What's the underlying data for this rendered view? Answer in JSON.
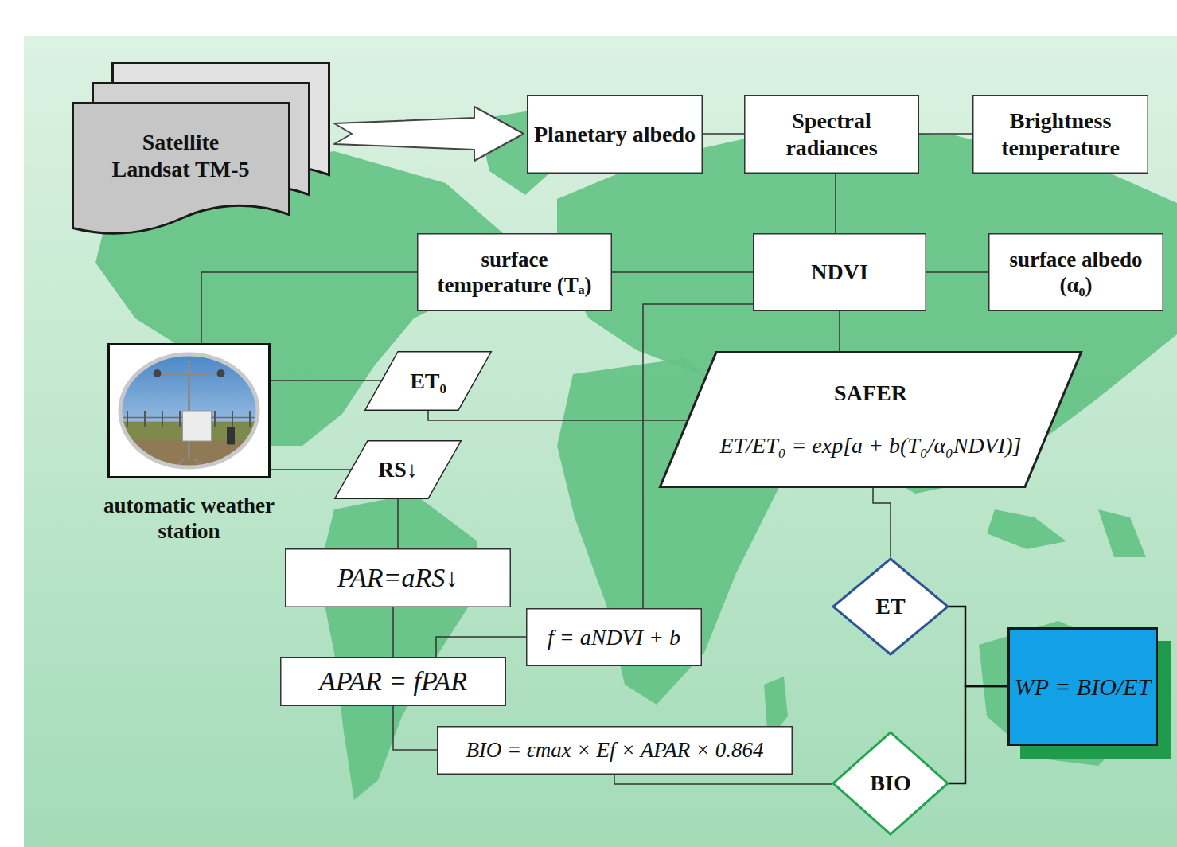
{
  "diagram": {
    "nodes": [
      {
        "text": [
          "Satellite Landsat TM-5"
        ]
      },
      {
        "text": [
          "Planetary albedo"
        ]
      },
      {
        "text": [
          "Spectral radiances"
        ]
      },
      {
        "text": [
          "Brightness temperature"
        ]
      },
      {
        "text": [
          "surface temperature (Tₐ)"
        ]
      },
      {
        "text": [
          "NDVI"
        ]
      },
      {
        "text": [
          "surface albedo (α₀)"
        ]
      },
      {
        "text": [
          "automatic weather station"
        ]
      },
      {
        "text": [
          "ET₀"
        ]
      },
      {
        "text": [
          "RS↓"
        ]
      },
      {
        "text": [
          "SAFER",
          "ET/ET₀ = exp[a + b(T₀/α₀NDVI)]"
        ]
      },
      {
        "text": [
          "PAR=aRS↓"
        ]
      },
      {
        "text": [
          "f = aNDVI + b"
        ]
      },
      {
        "text": [
          "APAR = fPAR"
        ]
      },
      {
        "text": [
          "BIO = εmax × Ef × APAR × 0.864"
        ]
      },
      {
        "text": [
          "ET"
        ]
      },
      {
        "text": [
          "BIO"
        ]
      },
      {
        "text": [
          "WP = BIO/ET"
        ]
      }
    ],
    "edges": [
      {
        "from": 0,
        "to": 1,
        "arrow": "to"
      },
      {
        "from": 1,
        "to": 2,
        "arrow": "none"
      },
      {
        "from": 2,
        "to": 3,
        "arrow": "none"
      },
      {
        "from": 2,
        "to": 5,
        "arrow": "none"
      },
      {
        "from": 4,
        "to": 5,
        "arrow": "none"
      },
      {
        "from": 5,
        "to": 6,
        "arrow": "none"
      },
      {
        "from": 4,
        "to": 7,
        "arrow": "none"
      },
      {
        "from": 7,
        "to": 8,
        "arrow": "none"
      },
      {
        "from": 7,
        "to": 9,
        "arrow": "none"
      },
      {
        "from": 8,
        "to": 10,
        "arrow": "none"
      },
      {
        "from": 5,
        "to": 10,
        "arrow": "none"
      },
      {
        "from": 5,
        "to": 12,
        "arrow": "none"
      },
      {
        "from": 9,
        "to": 11,
        "arrow": "none"
      },
      {
        "from": 11,
        "to": 13,
        "arrow": "none"
      },
      {
        "from": 12,
        "to": 13,
        "arrow": "none"
      },
      {
        "from": 13,
        "to": 14,
        "arrow": "none"
      },
      {
        "from": 14,
        "to": 16,
        "arrow": "none"
      },
      {
        "from": 10,
        "to": 15,
        "arrow": "none"
      },
      {
        "from": 15,
        "to": 17,
        "arrow": "none"
      },
      {
        "from": 16,
        "to": 17,
        "arrow": "none"
      }
    ]
  }
}
